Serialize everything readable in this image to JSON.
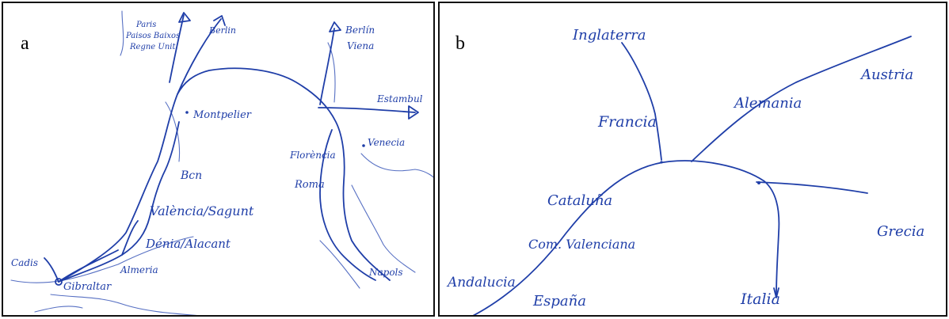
{
  "panels": {
    "a": {
      "letter": "a",
      "places": {
        "paris": "Paris",
        "paisos_baixos": "Paisos Baixos",
        "regne_unit": "Regne Unit",
        "berlin": "Berlin",
        "berlin_viena_1": "Berlín",
        "berlin_viena_2": "Viena",
        "estambul": "Estambul",
        "montpeller": "Montpelier",
        "venecia": "Venecia",
        "florencia": "Florència",
        "roma": "Roma",
        "barcelona": "Bcn",
        "valencia_sagunt": "València/Sagunt",
        "denia_alacant": "Dénia/Alacant",
        "almeria": "Almeria",
        "cadis": "Cadis",
        "gibraltar": "Gibraltar",
        "napols": "Napols"
      }
    },
    "b": {
      "letter": "b",
      "places": {
        "inglaterra": "Inglaterra",
        "francia": "Francia",
        "alemania": "Alemania",
        "austria": "Austria",
        "cataluna": "Cataluña",
        "com_valenciana": "Com. Valenciana",
        "andalucia": "Andalucia",
        "espana": "España",
        "grecia": "Grecia",
        "italia": "Italia"
      }
    }
  }
}
